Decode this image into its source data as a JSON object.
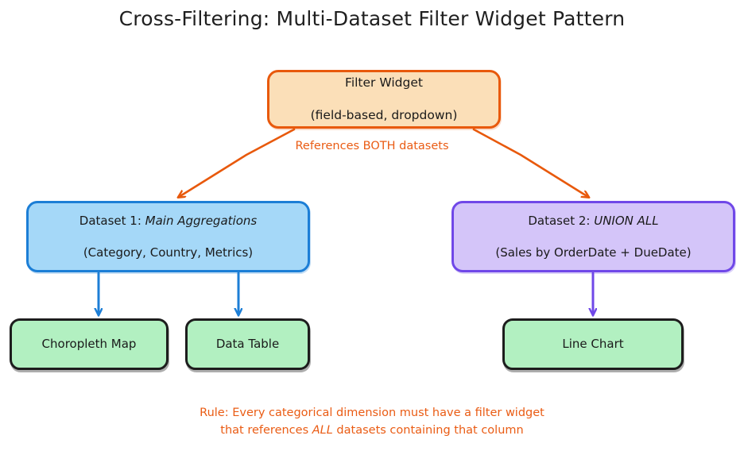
{
  "title": "Cross-Filtering: Multi-Dataset Filter Widget Pattern",
  "colors": {
    "background": "#ffffff",
    "filter_border": "#e8590c",
    "filter_fill": "#fbdfb8",
    "dataset1_border": "#1c7ed6",
    "dataset1_fill": "#a5d8f8",
    "dataset2_border": "#7048e8",
    "dataset2_fill": "#d4c5f9",
    "leaf_border": "#1d1d1d",
    "leaf_fill": "#b2f0c1",
    "accent_text": "#ea5c14"
  },
  "nodes": {
    "filter_widget": {
      "line1": "Filter Widget",
      "line2": "(field-based, dropdown)"
    },
    "dataset_1": {
      "line1_prefix": "Dataset 1: ",
      "line1_emphasis": "Main Aggregations",
      "line2": "(Category, Country, Metrics)"
    },
    "dataset_2": {
      "line1_prefix": "Dataset 2: ",
      "line1_emphasis": "UNION ALL",
      "line2": "(Sales by OrderDate + DueDate)"
    },
    "choropleth_map": {
      "label": "Choropleth Map"
    },
    "data_table": {
      "label": "Data Table"
    },
    "line_chart": {
      "label": "Line Chart"
    }
  },
  "edges": {
    "references_label": "References BOTH datasets"
  },
  "footer": {
    "line1": "Rule: Every categorical dimension must have a filter widget",
    "line2_prefix": "that references ",
    "line2_emphasis": "ALL",
    "line2_suffix": " datasets containing that column"
  }
}
